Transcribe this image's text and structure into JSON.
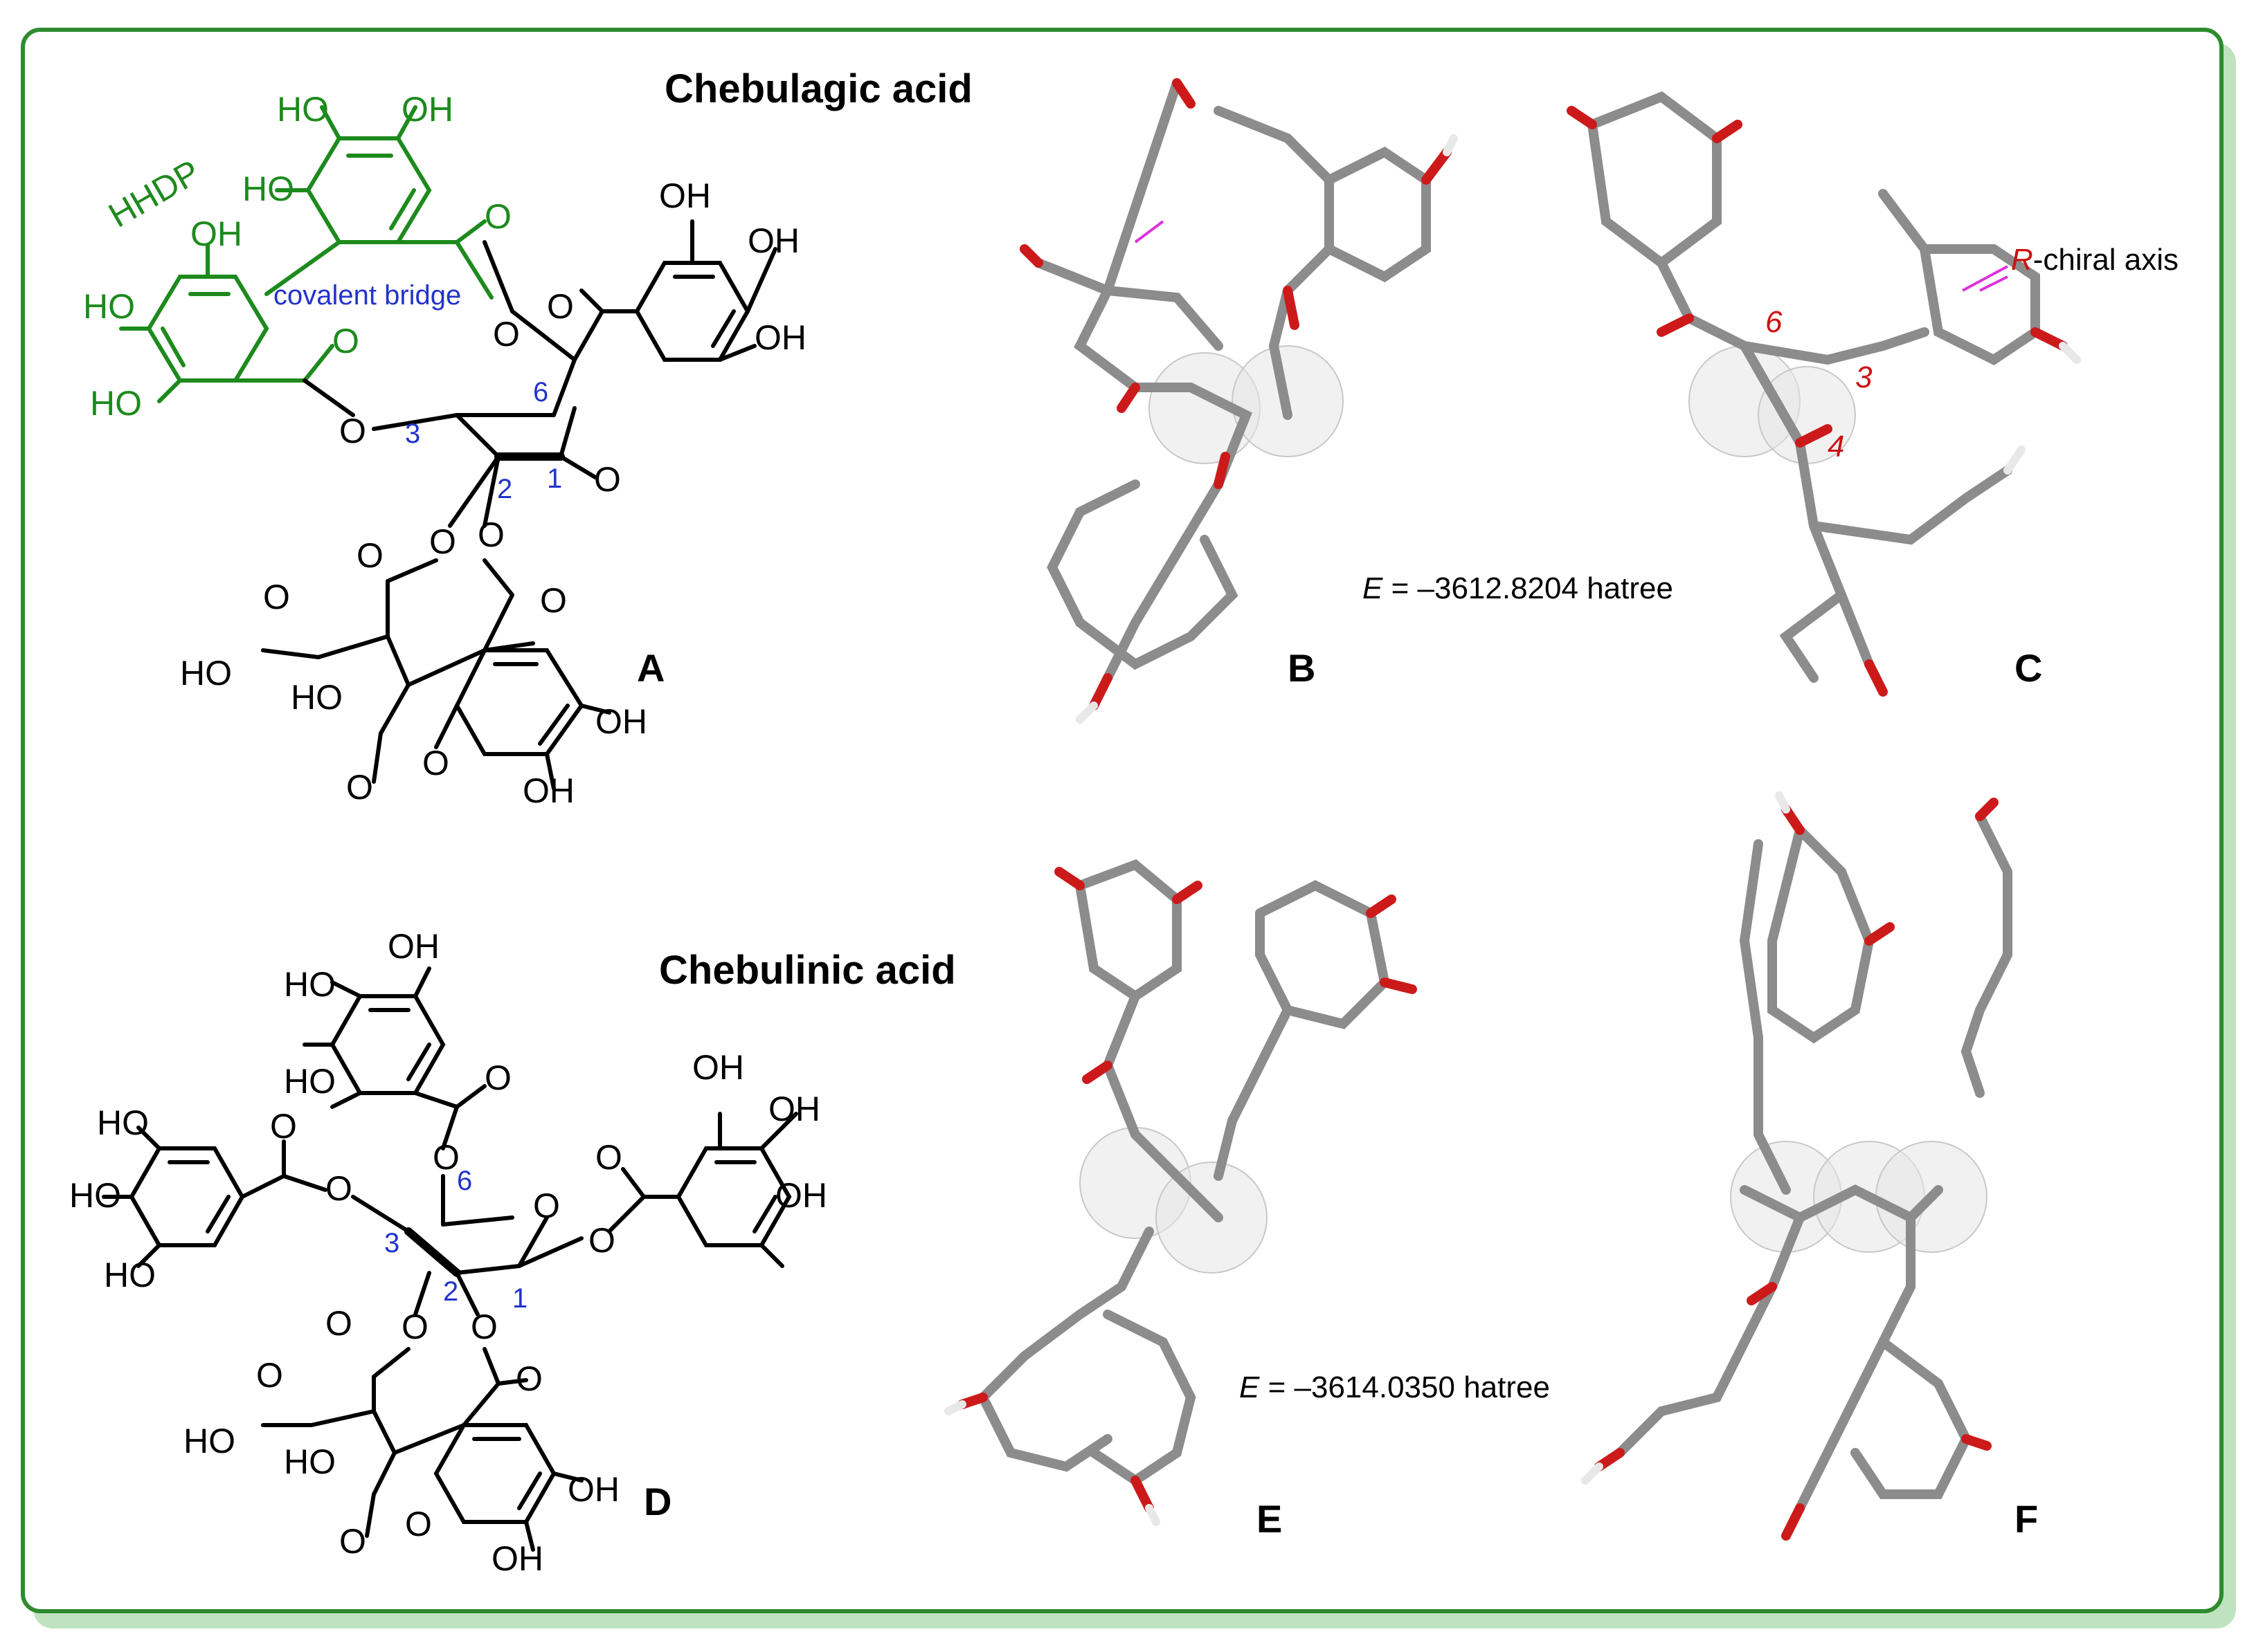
{
  "titles": {
    "top": "Chebulagic acid",
    "bottom": "Chebulinic acid"
  },
  "panels": [
    "A",
    "B",
    "C",
    "D",
    "E",
    "F"
  ],
  "annotations": {
    "hhdp": "HHDP",
    "covalent_bridge": "covalent bridge",
    "chiral_axis_r": "R",
    "chiral_axis_rest": "-chiral axis"
  },
  "energies": {
    "top": {
      "symbol": "E",
      "value": " = –3612.8204  hatree"
    },
    "bottom": {
      "symbol": "E",
      "value": " = –3614.0350 hatree"
    }
  },
  "atom_labels": {
    "oh": "OH",
    "ho": "HO",
    "o": "O",
    "hoc": "HO"
  },
  "ring_numbers_a": [
    "6",
    "3",
    "2",
    "1"
  ],
  "ring_numbers_c": [
    "6",
    "3",
    "4"
  ],
  "ring_numbers_d": [
    "6",
    "3",
    "2",
    "1"
  ],
  "colors": {
    "frame": "#2e8b2e",
    "hhdp": "#1d8a1d",
    "numbers": "#2233cc",
    "oxygen": "#cc1a1a",
    "carbon": "#8c8c8c",
    "arrow": "#dd33dd"
  }
}
